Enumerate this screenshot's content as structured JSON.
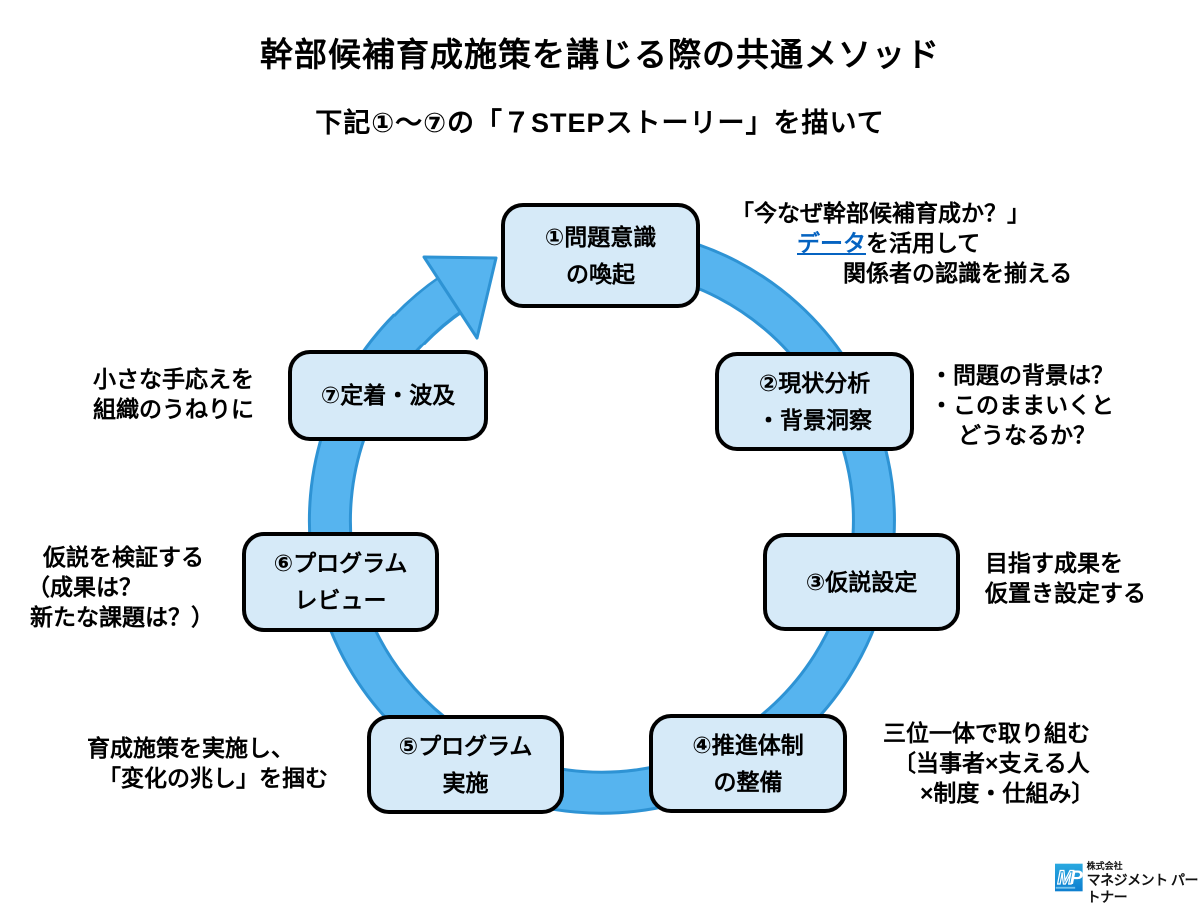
{
  "header": {
    "title": "幹部候補育成施策を講じる際の共通メソッド",
    "subtitle": "下記①～⑦の「７STEPストーリー」を描いて"
  },
  "steps": [
    {
      "lines": [
        "①問題意識",
        "の喚起"
      ]
    },
    {
      "lines": [
        "②現状分析",
        "・背景洞察"
      ]
    },
    {
      "lines": [
        "③仮説設定"
      ]
    },
    {
      "lines": [
        "④推進体制",
        "の整備"
      ]
    },
    {
      "lines": [
        "⑤プログラム",
        "実施"
      ]
    },
    {
      "lines": [
        "⑥プログラム",
        "レビュー"
      ]
    },
    {
      "lines": [
        "⑦定着・波及"
      ]
    }
  ],
  "annotations": {
    "step1": {
      "line1": "「今なぜ幹部候補育成か？」",
      "line2_link": "データ",
      "line2_rest": "を活用して",
      "line3": "関係者の認識を揃える"
    },
    "step2": {
      "line1": "・問題の背景は？",
      "line2": "・このままいくと",
      "line3": "どうなるか？"
    },
    "step3": {
      "line1": "目指す成果を",
      "line2": "仮置き設定する"
    },
    "step4": {
      "line1": "三位一体で取り組む",
      "line2": "〔当事者×支える人",
      "line3": "×制度・仕組み〕"
    },
    "step5": {
      "line1": "育成施策を実施し、",
      "line2": "「変化の兆し」を掴む"
    },
    "step6": {
      "line1": "仮説を検証する",
      "line2": "（成果は？",
      "line3": "新たな課題は？）"
    },
    "step7": {
      "line1": "小さな手応えを",
      "line2": "組織のうねりに"
    }
  },
  "logo": {
    "mark": "MP",
    "company_prefix": "株式会社",
    "company_name": "マネジメント パートナー"
  },
  "colors": {
    "ring_fill": "#56b4ef",
    "ring_outline": "#2e93d4",
    "box_fill": "#d6eaf8",
    "box_border": "#000000",
    "link_blue": "#0563c1",
    "logo_blue_top": "#2aa9e0",
    "logo_blue_bottom": "#0d7fd0"
  }
}
